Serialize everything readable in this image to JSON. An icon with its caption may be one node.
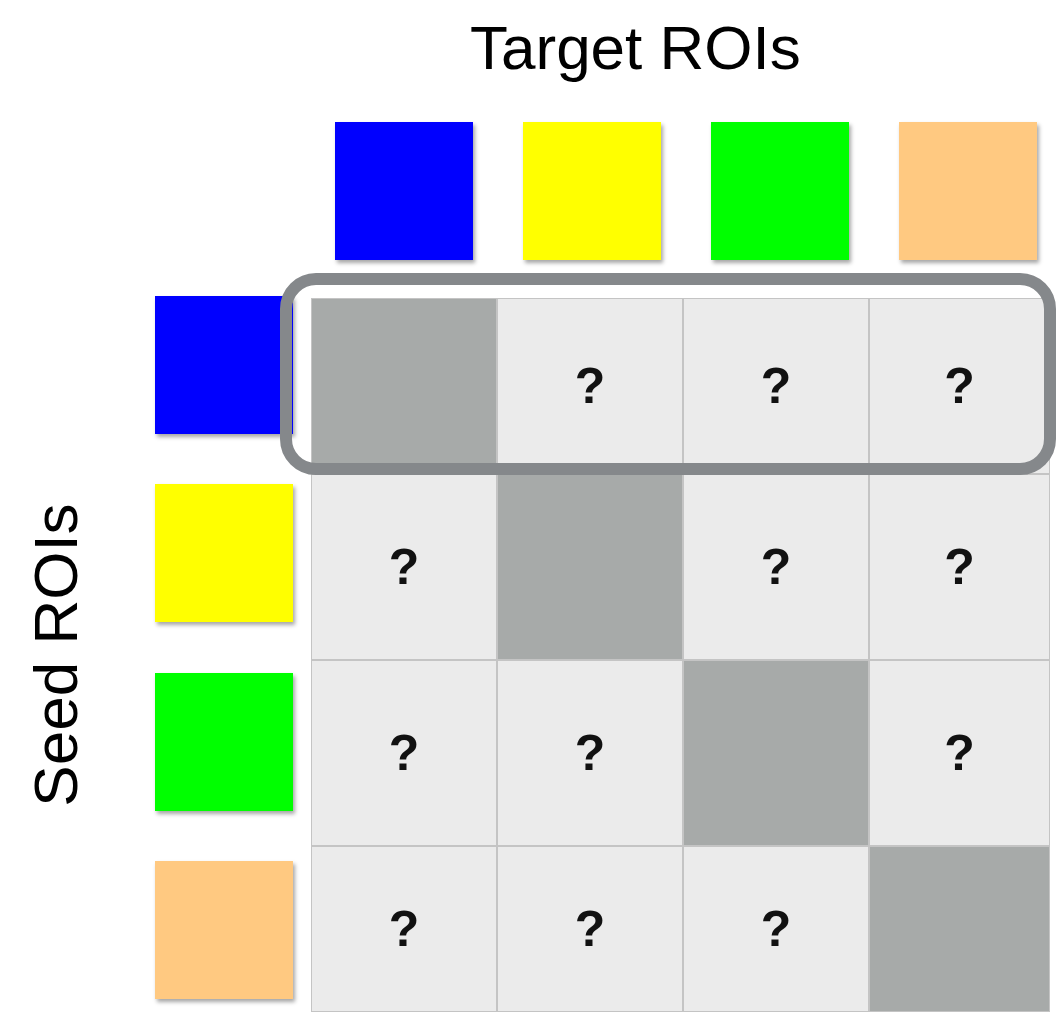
{
  "diagram": {
    "nodes": [
      {
        "text": [],
        "shape": "box"
      },
      {
        "text": [],
        "shape": "box"
      },
      {
        "text": [],
        "shape": "box"
      },
      {
        "text": [],
        "shape": "box"
      },
      {
        "text": [],
        "shape": "box"
      },
      {
        "text": [],
        "shape": "box"
      },
      {
        "text": [],
        "shape": "box"
      },
      {
        "text": [],
        "shape": "box"
      }
    ],
    "labels": [
      "Target ROIs",
      "Seed ROIs",
      "?",
      "?",
      "?",
      "?",
      "?",
      "?",
      "?",
      "?",
      "?",
      "?",
      "?",
      "?"
    ]
  }
}
